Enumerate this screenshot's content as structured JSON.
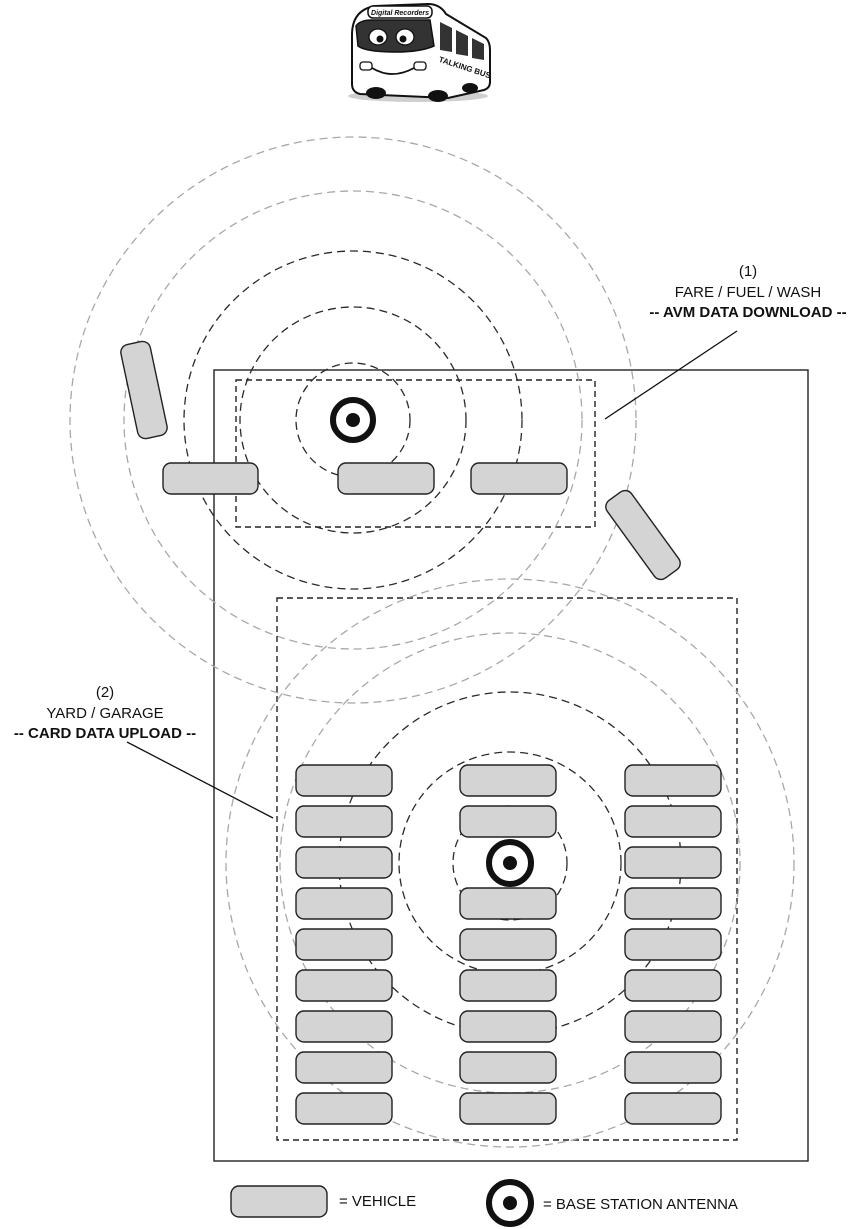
{
  "bus_logo": {
    "sign_text": "Digital Recorders",
    "side_text": "TALKING BUS"
  },
  "zone1": {
    "number": "(1)",
    "title": "FARE / FUEL / WASH",
    "subtitle": "-- AVM DATA DOWNLOAD --"
  },
  "zone2": {
    "number": "(2)",
    "title": "YARD / GARAGE",
    "subtitle": "-- CARD DATA UPLOAD --"
  },
  "legend": {
    "vehicle_label": "= VEHICLE",
    "antenna_label": "= BASE STATION ANTENNA"
  },
  "colors": {
    "vehicle_fill": "#d4d4d4",
    "outline": "#222222",
    "ring_dark": "#2a2a2a",
    "ring_light": "#a8a8a8"
  }
}
